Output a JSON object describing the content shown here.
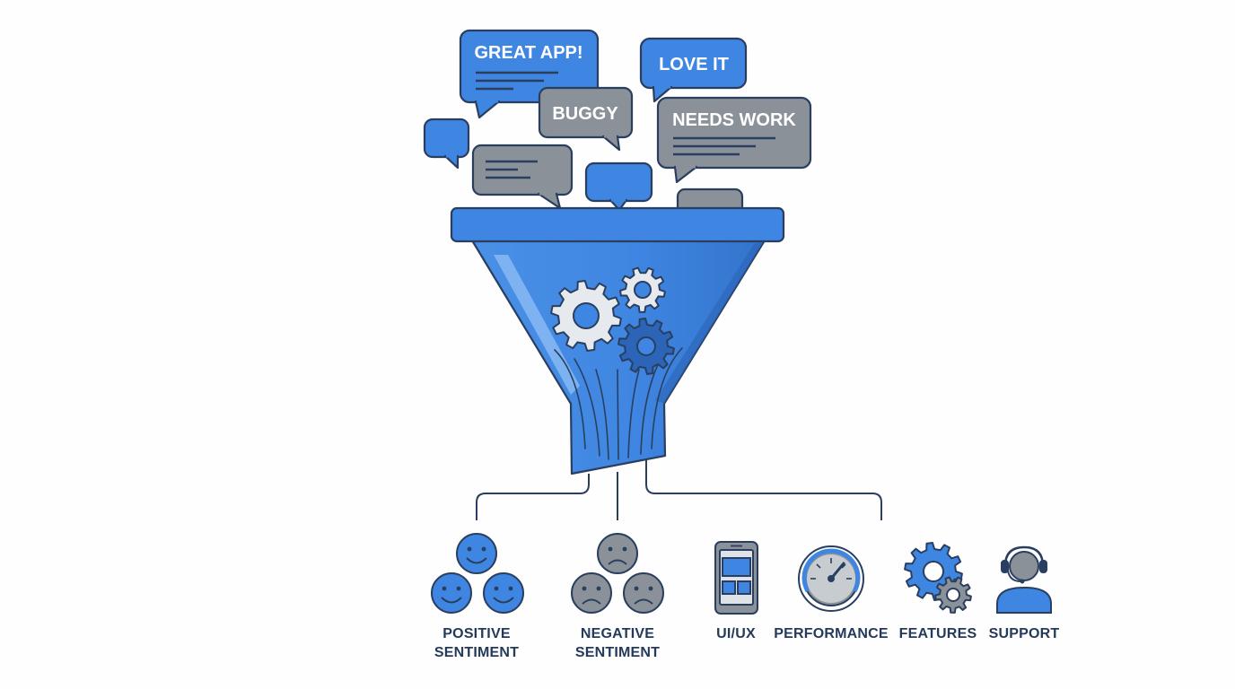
{
  "colors": {
    "blue": "#3f86e2",
    "blue_dark": "#2c64b8",
    "gray": "#8a9198",
    "outline": "#2a3f5f",
    "label": "#243a5a"
  },
  "bubbles": [
    {
      "id": "great-app",
      "text": "GREAT APP!",
      "color": "blue"
    },
    {
      "id": "love-it",
      "text": "LOVE IT",
      "color": "blue"
    },
    {
      "id": "buggy",
      "text": "BUGGY",
      "color": "gray"
    },
    {
      "id": "needs-work",
      "text": "NEEDS WORK",
      "color": "gray"
    }
  ],
  "categories": [
    {
      "id": "positive-sentiment",
      "line1": "POSITIVE",
      "line2": "SENTIMENT",
      "icon": "happy-faces-icon"
    },
    {
      "id": "negative-sentiment",
      "line1": "NEGATIVE",
      "line2": "SENTIMENT",
      "icon": "sad-faces-icon"
    },
    {
      "id": "ui-ux",
      "line1": "UI/UX",
      "line2": "",
      "icon": "mobile-layout-icon"
    },
    {
      "id": "performance",
      "line1": "PERFORMANCE",
      "line2": "",
      "icon": "speedometer-icon"
    },
    {
      "id": "features",
      "line1": "FEATURES",
      "line2": "",
      "icon": "gears-icon"
    },
    {
      "id": "support",
      "line1": "SUPPORT",
      "line2": "",
      "icon": "headset-agent-icon"
    }
  ]
}
